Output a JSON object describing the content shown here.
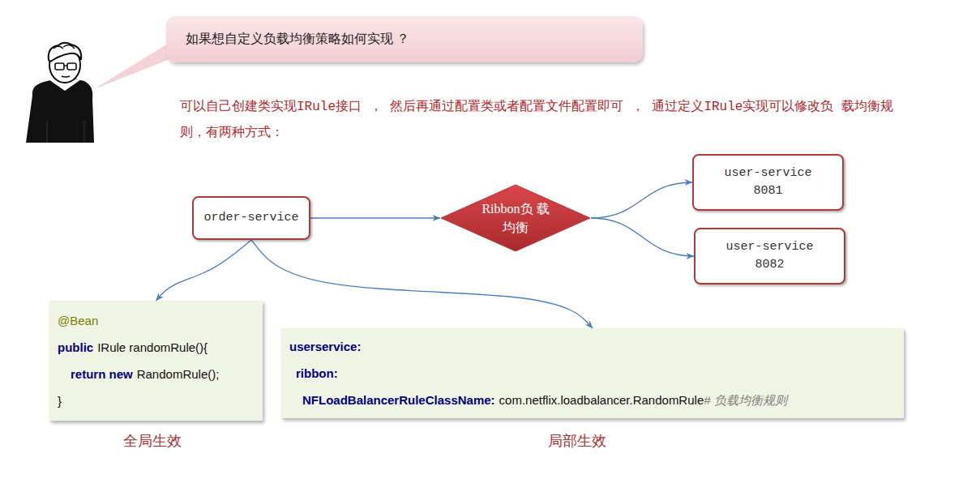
{
  "diagram": {
    "nodes": [
      {
        "text": [
          "如果想自定义负载均衡策略如何实现 ？"
        ]
      },
      {
        "text": [
          "order-service"
        ]
      },
      {
        "text": [
          "Ribbon负 载均衡"
        ]
      },
      {
        "text": [
          "user-service 8081"
        ]
      },
      {
        "text": [
          "user-service 8082"
        ]
      },
      {
        "text": [
          "@Bean",
          "public",
          "IRule randomRule(){",
          "return new",
          "RandomRule();",
          "}"
        ]
      },
      {
        "text": [
          "userservice:",
          "ribbon:",
          "NFLoadBalancerRuleClassName:",
          "com.netflix.loadbalancer.RandomRule",
          "# 负载均衡规则"
        ]
      }
    ],
    "edges": [
      {
        "from": 1,
        "to": 2,
        "arrow": "to"
      },
      {
        "from": 2,
        "to": 3,
        "arrow": "to"
      },
      {
        "from": 2,
        "to": 4,
        "arrow": "to"
      },
      {
        "from": 1,
        "to": 5,
        "arrow": "to"
      },
      {
        "from": 1,
        "to": 6,
        "arrow": "to"
      }
    ],
    "labels": [
      "可以自己创建类实现IRule接口 ， 然后再通过配置类或者配置文件配置即可 ， 通过定义IRule实现可以修改负 载均衡规则，有两种方式：",
      "全局生效",
      "局部生效"
    ]
  }
}
